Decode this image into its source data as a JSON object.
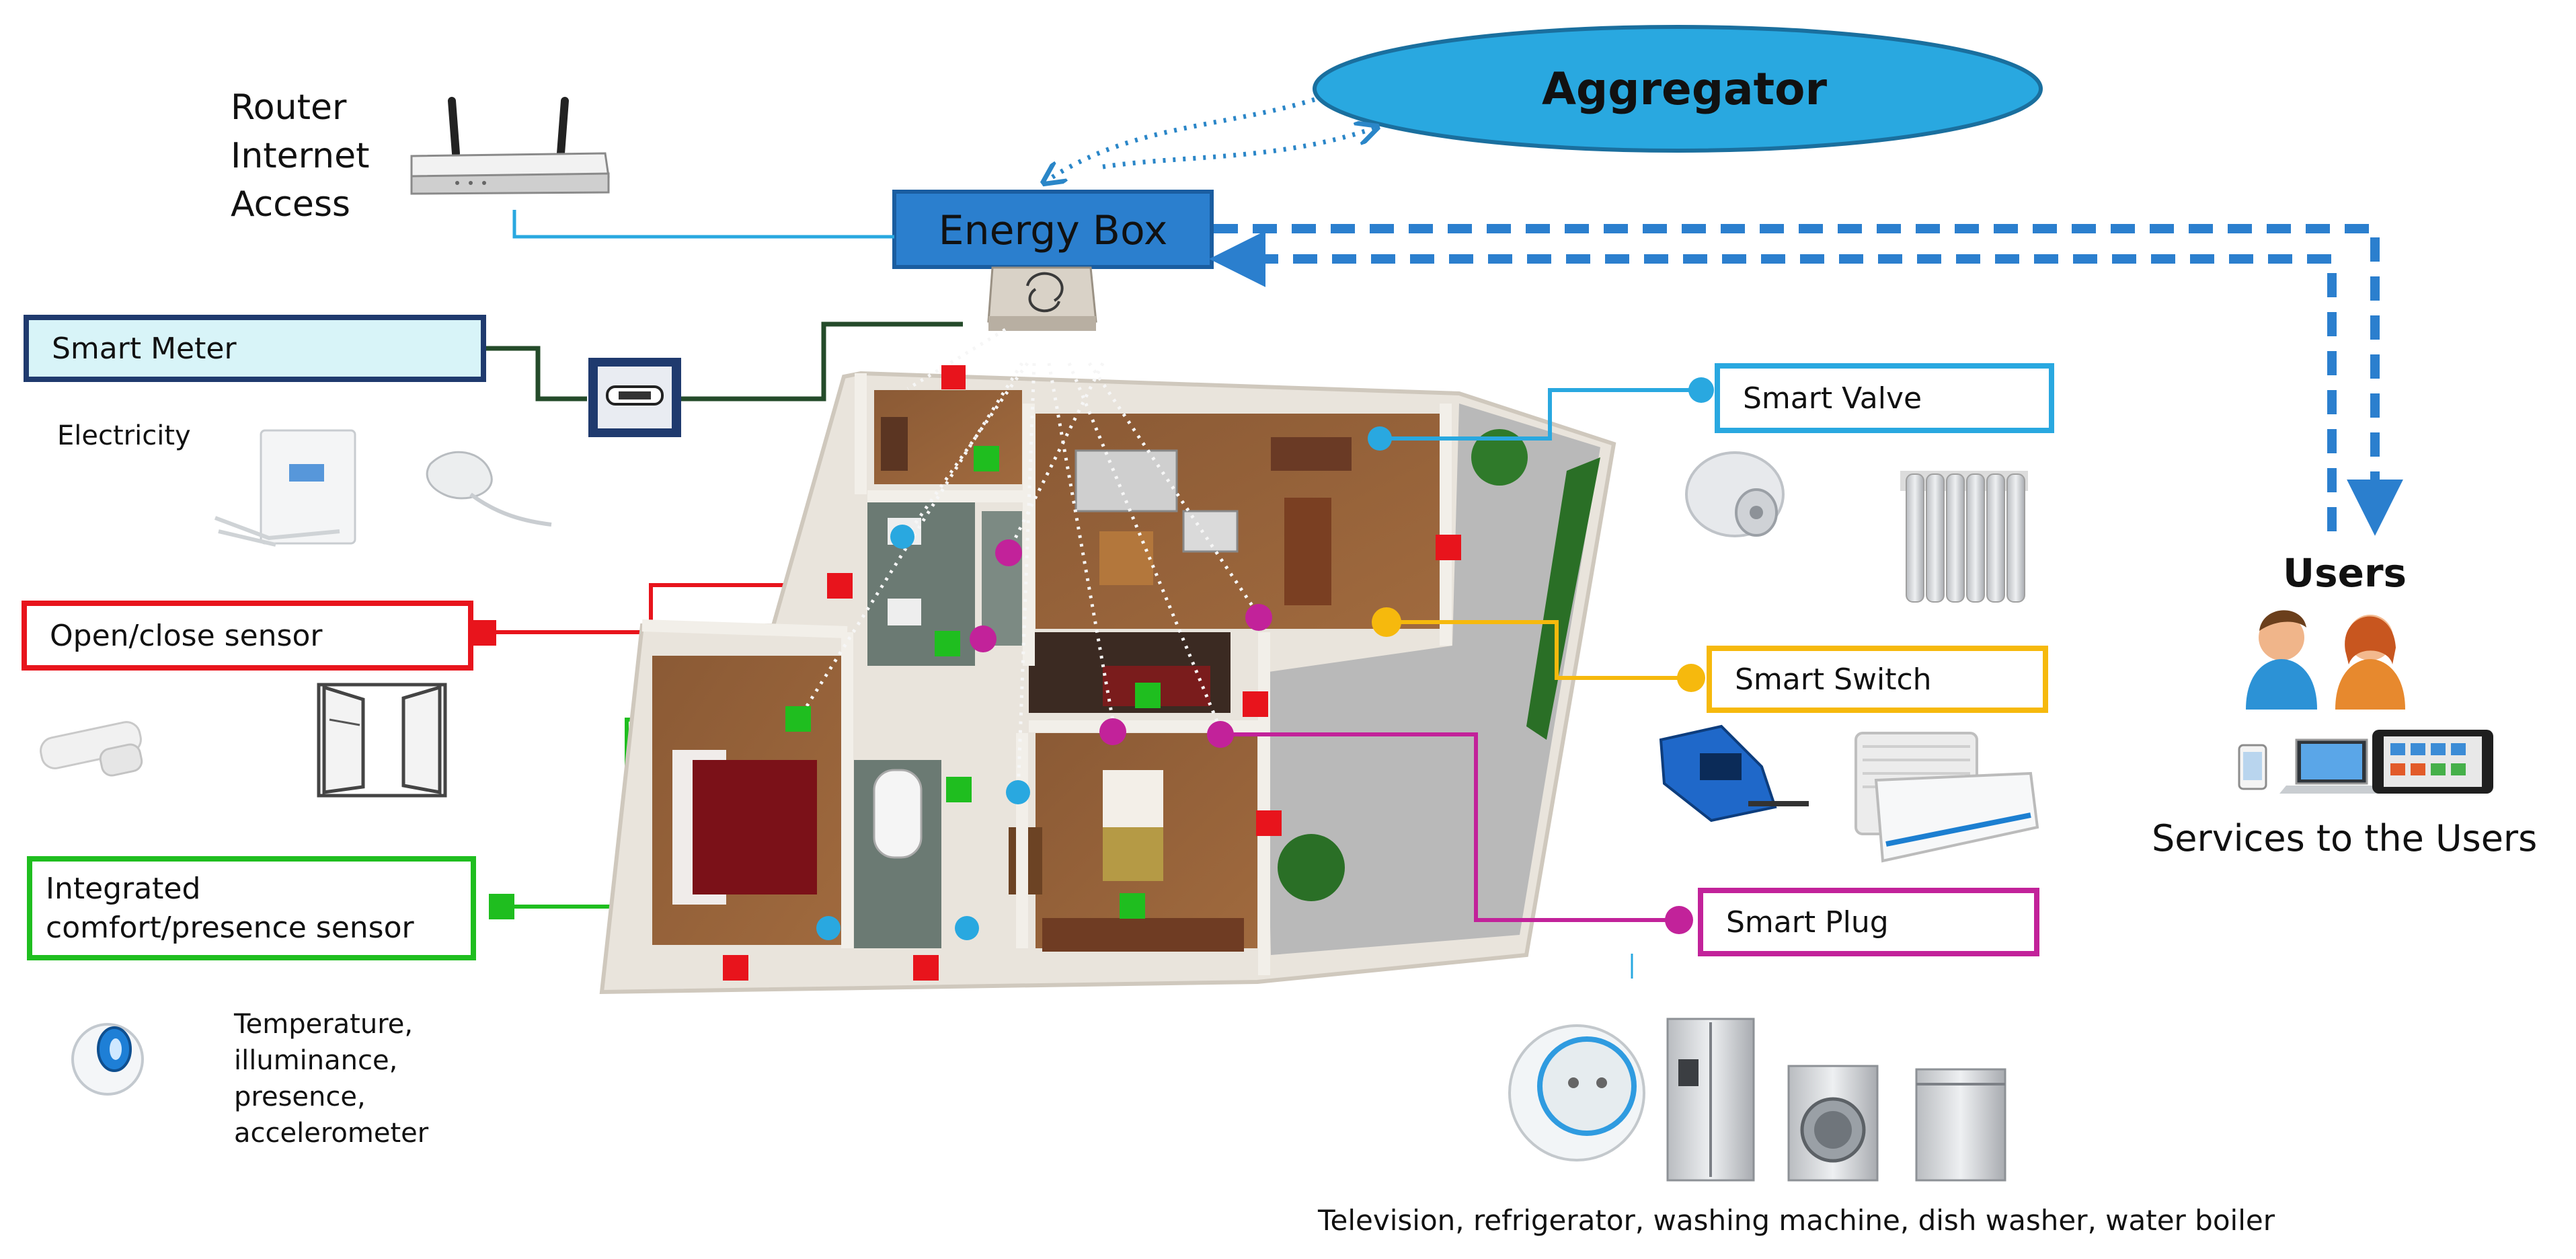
{
  "colors": {
    "blue": "#2b7fce",
    "light_blue": "#29a8e0",
    "navy": "#1f3a6e",
    "red": "#e8141c",
    "green": "#1fbe1f",
    "yellow": "#f6b90d",
    "magenta": "#c2229a",
    "dark_green": "#244b2a"
  },
  "hub": {
    "aggregator": "Aggregator",
    "energy_box": "Energy Box",
    "router_label": "Router\nInternet\nAccess"
  },
  "left_devices": {
    "smart_meter": "Smart Meter",
    "smart_meter_sub": "Electricity",
    "open_close_sensor": "Open/close sensor",
    "comfort_sensor": "Integrated\ncomfort/presence sensor",
    "comfort_sensor_sub": "Temperature,\nilluminance,\npresence,\naccelerometer"
  },
  "right_devices": {
    "smart_valve": "Smart Valve",
    "smart_switch": "Smart Switch",
    "smart_plug": "Smart Plug",
    "appliances_caption": "Television, refrigerator, washing machine, dish washer, water boiler"
  },
  "users": {
    "title": "Users",
    "services": "Services to the Users"
  },
  "icons": [
    "router-icon",
    "smart-meter-device-icon",
    "energy-box-device-icon",
    "window-icon",
    "door-sensor-icon",
    "comfort-sensor-icon",
    "valve-head-icon",
    "radiator-icon",
    "relay-switch-icon",
    "air-conditioner-icon",
    "smart-plug-icon",
    "refrigerator-icon",
    "washing-machine-icon",
    "dishwasher-icon",
    "users-icon",
    "tablet-icon",
    "laptop-icon",
    "phone-icon"
  ]
}
